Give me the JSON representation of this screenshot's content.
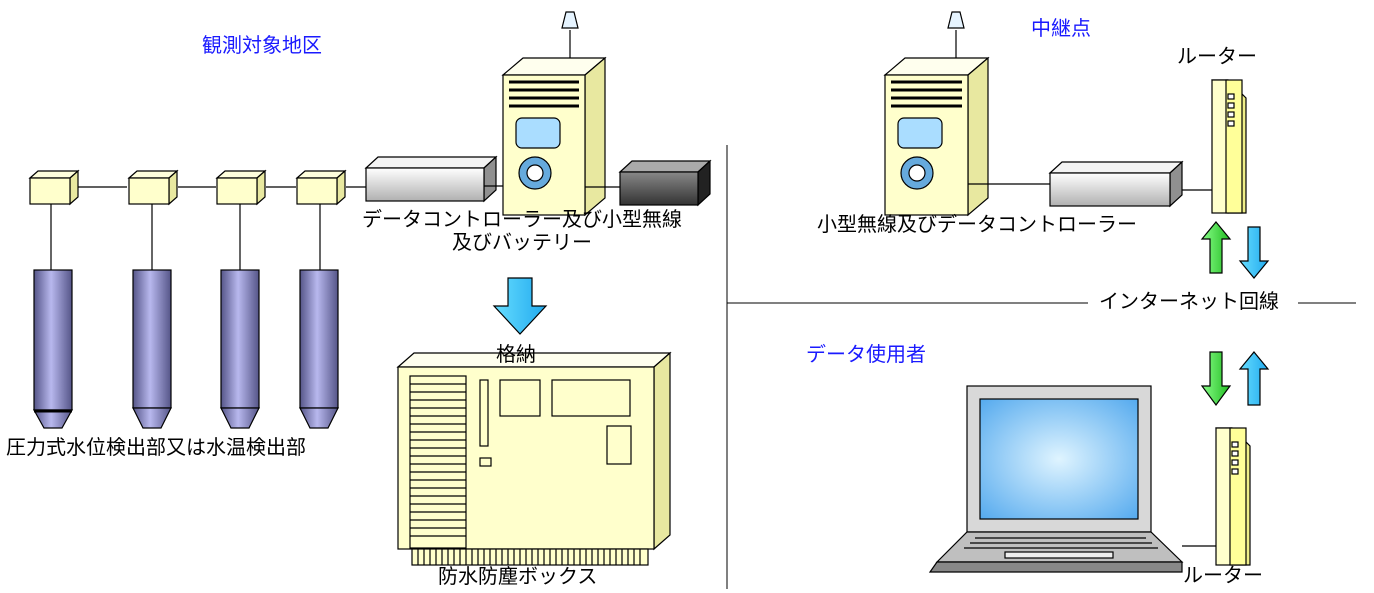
{
  "sections": {
    "observation_area": "観測対象地区",
    "relay_point": "中継点",
    "data_user": "データ使用者"
  },
  "labels": {
    "sensor": "圧力式水位検出部又は水温検出部",
    "controller_line1": "データコントローラー及び小型無線",
    "controller_line2": "及びバッテリー",
    "storage": "格納",
    "waterproof_box": "防水防塵ボックス",
    "relay_controller": "小型無線及びデータコントローラー",
    "router_top": "ルーター",
    "internet": "インターネット回線",
    "router_bottom": "ルーター"
  },
  "colors": {
    "equipment_fill": "#ffffcc",
    "sensor_body": "#9999cc",
    "arrow_cyan": "#33ccff",
    "arrow_green": "#33cc33",
    "screen_blue": "#99ddff",
    "label_blue": "#1a1aff"
  }
}
